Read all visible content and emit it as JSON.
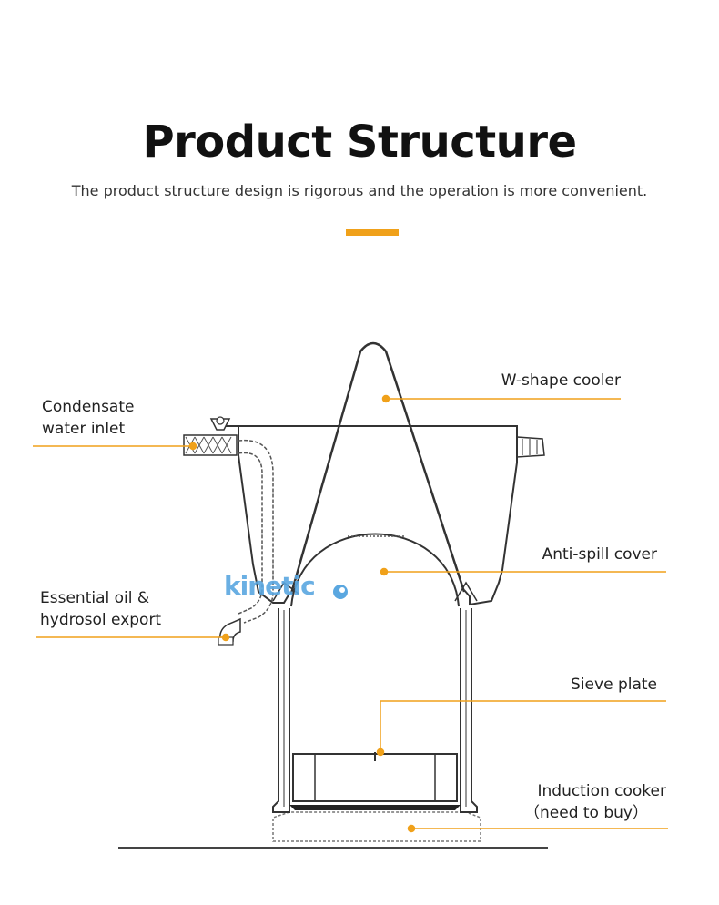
{
  "header": {
    "title": "Product Structure",
    "subtitle": "The product structure design is rigorous and the operation is more convenient."
  },
  "accent_color": "#f0a11a",
  "labels": {
    "w_shape_cooler": "W-shape cooler",
    "condensate_line1": "Condensate",
    "condensate_line2": "water inlet",
    "anti_spill_cover": "Anti-spill cover",
    "essential_line1": "Essential oil &",
    "essential_line2": "hydrosol export",
    "sieve_plate": "Sieve plate",
    "induction_line1": "Induction cooker",
    "induction_line2": "（need to buy）"
  },
  "watermark": "kinetic"
}
